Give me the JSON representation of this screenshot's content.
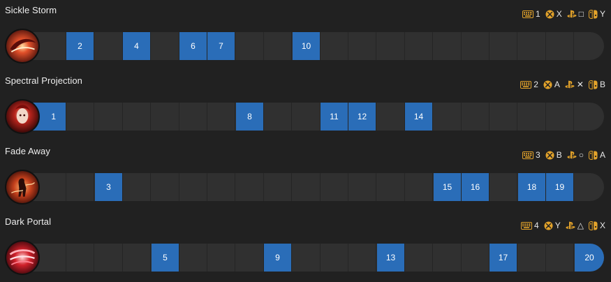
{
  "accent_color": "#2a6db8",
  "keybind_color": "#e2a22a",
  "abilities": [
    {
      "name": "Sickle Storm",
      "icon": "sickle-storm-icon",
      "keys": {
        "keyboard": "1",
        "xbox": "X",
        "playstation": "□",
        "switch": "Y"
      },
      "active_slots": [
        "2",
        "4",
        "6",
        "7",
        "10"
      ]
    },
    {
      "name": "Spectral Projection",
      "icon": "spectral-projection-icon",
      "keys": {
        "keyboard": "2",
        "xbox": "A",
        "playstation": "✕",
        "switch": "B"
      },
      "active_slots": [
        "1",
        "8",
        "11",
        "12",
        "14"
      ]
    },
    {
      "name": "Fade Away",
      "icon": "fade-away-icon",
      "keys": {
        "keyboard": "3",
        "xbox": "B",
        "playstation": "○",
        "switch": "A"
      },
      "active_slots": [
        "3",
        "15",
        "16",
        "18",
        "19"
      ]
    },
    {
      "name": "Dark Portal",
      "icon": "dark-portal-icon",
      "keys": {
        "keyboard": "4",
        "xbox": "Y",
        "playstation": "△",
        "switch": "X"
      },
      "active_slots": [
        "5",
        "9",
        "13",
        "17",
        "20"
      ]
    }
  ]
}
